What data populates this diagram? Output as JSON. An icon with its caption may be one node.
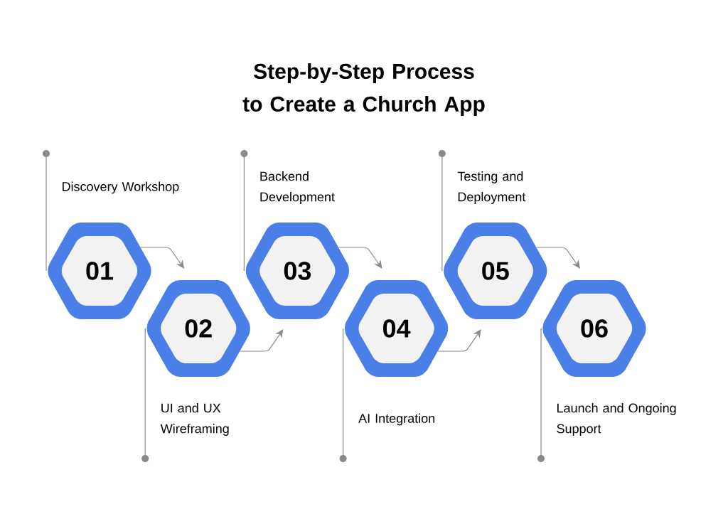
{
  "diagram": {
    "title": "Step-by-Step Process to Create a Church App",
    "nodes": [
      {
        "text": [
          "01"
        ],
        "beside": [
          "Discovery Workshop"
        ]
      },
      {
        "text": [
          "02"
        ],
        "beside": [
          "UI and UX Wireframing"
        ]
      },
      {
        "text": [
          "03"
        ],
        "beside": [
          "Backend Development"
        ]
      },
      {
        "text": [
          "04"
        ],
        "beside": [
          "AI Integration"
        ]
      },
      {
        "text": [
          "05"
        ],
        "beside": [
          "Testing and Deployment"
        ]
      },
      {
        "text": [
          "06"
        ],
        "beside": [
          "Launch and Ongoing Support"
        ]
      }
    ],
    "edges": [
      {
        "from": 0,
        "to": 1,
        "arrow": "to"
      },
      {
        "from": 1,
        "to": 2,
        "arrow": "to"
      },
      {
        "from": 2,
        "to": 3,
        "arrow": "to"
      },
      {
        "from": 3,
        "to": 4,
        "arrow": "to"
      },
      {
        "from": 4,
        "to": 5,
        "arrow": "to"
      }
    ]
  }
}
